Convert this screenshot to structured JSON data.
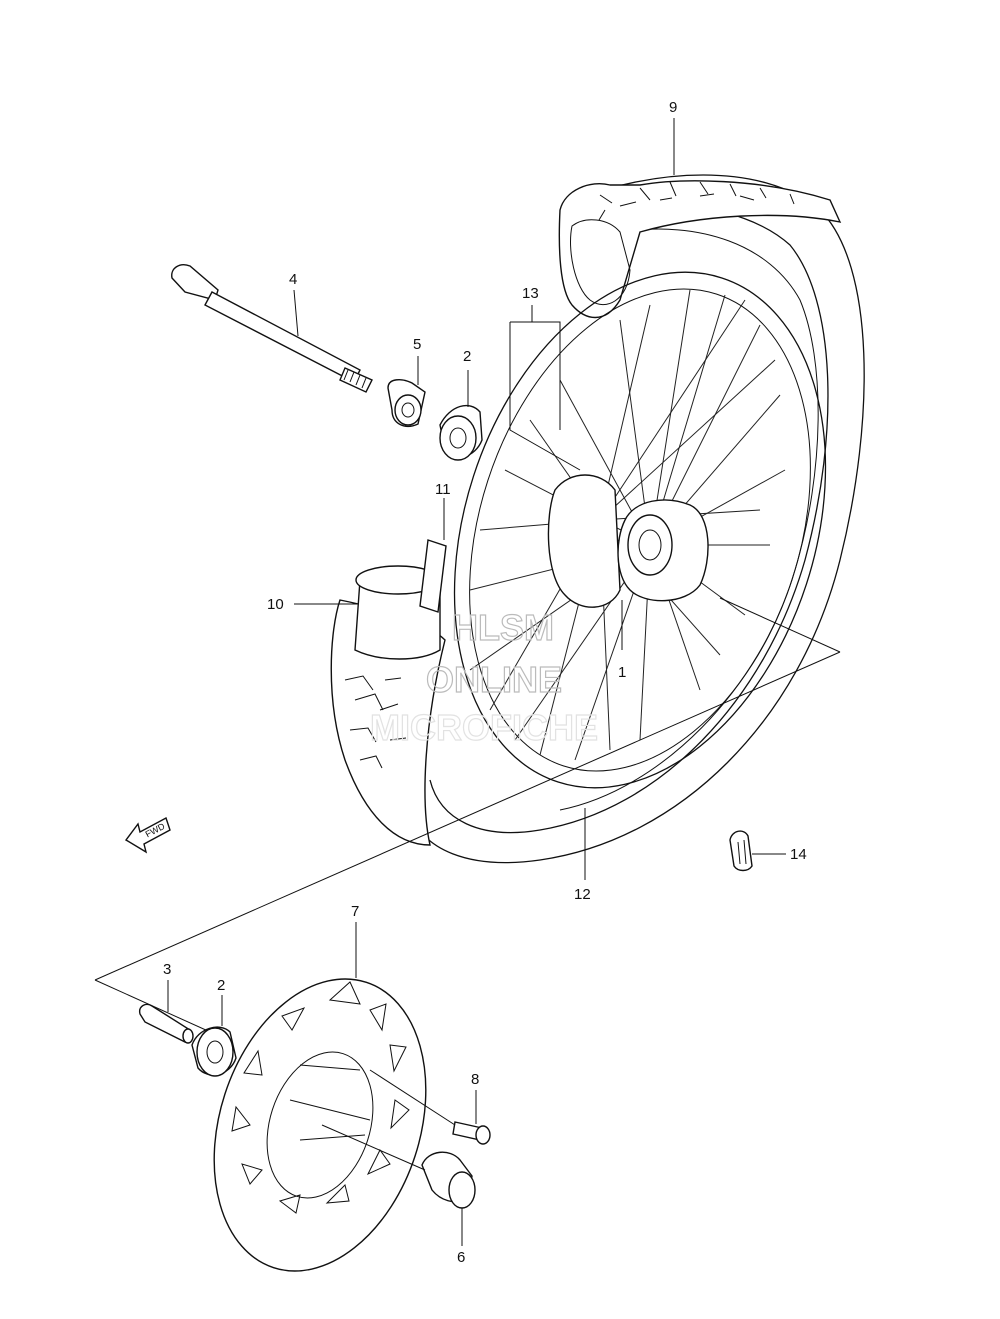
{
  "callouts": {
    "p1": "1",
    "p2a": "2",
    "p2b": "2",
    "p3": "3",
    "p4": "4",
    "p5": "5",
    "p6": "6",
    "p7": "7",
    "p8": "8",
    "p9": "9",
    "p10": "10",
    "p11": "11",
    "p12": "12",
    "p13": "13",
    "p14": "14"
  },
  "watermark": {
    "line1": "HLSM",
    "line2": "ONLINE",
    "line3": "MICROFICHE"
  },
  "fwd_label": "FWD"
}
